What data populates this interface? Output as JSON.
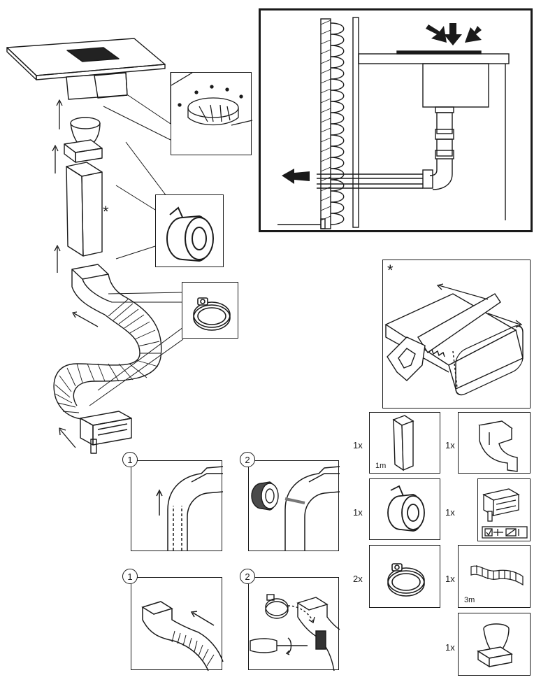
{
  "annotations": {
    "cut_marker": "*",
    "saw_panel_marker": "*"
  },
  "steps": {
    "tape_step_1": "1",
    "tape_step_2": "2",
    "clamp_step_1": "1",
    "clamp_step_2": "2"
  },
  "parts": [
    {
      "qty": "1x",
      "size": "1m",
      "icon": "straight-duct-icon"
    },
    {
      "qty": "1x",
      "size": "",
      "icon": "elbow-duct-icon"
    },
    {
      "qty": "1x",
      "size": "",
      "icon": "tape-roll-icon"
    },
    {
      "qty": "1x",
      "size": "",
      "icon": "wall-outlet-icon"
    },
    {
      "qty": "2x",
      "size": "",
      "icon": "hose-clamp-icon"
    },
    {
      "qty": "1x",
      "size": "3m",
      "icon": "flexible-duct-icon"
    },
    {
      "qty": "1x",
      "size": "",
      "icon": "round-to-rect-adapter-icon"
    }
  ],
  "colors": {
    "line": "#1a1a1a",
    "tape_dark": "#4a4a4a",
    "paper": "#ffffff"
  }
}
